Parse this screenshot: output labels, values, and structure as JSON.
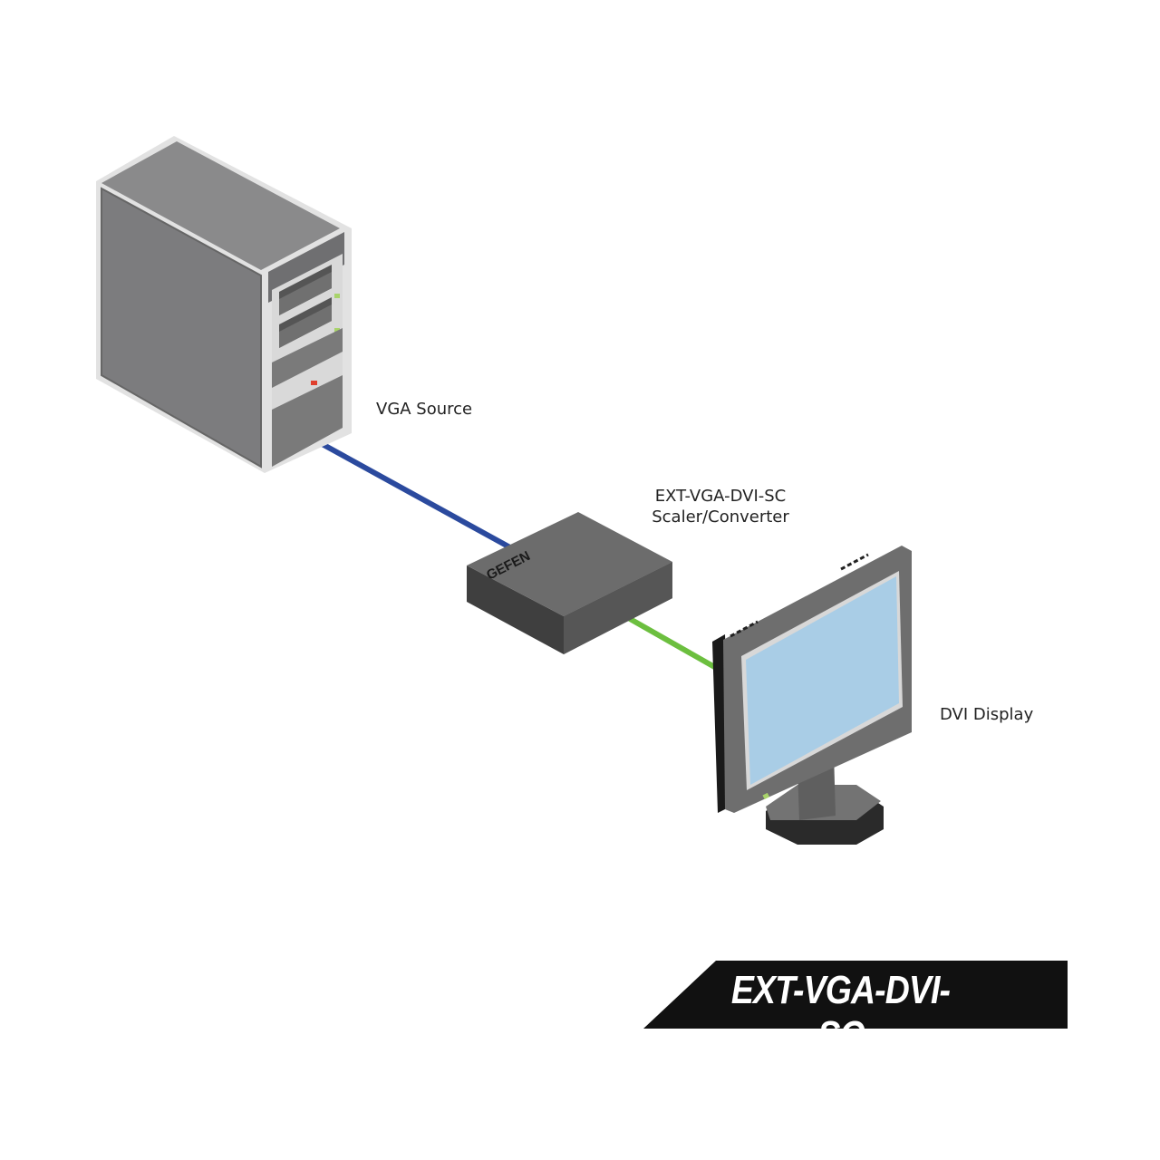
{
  "labels": {
    "source": "VGA Source",
    "converter_model": "EXT-VGA-DVI-SC",
    "converter_type": "Scaler/Converter",
    "display": "DVI Display"
  },
  "device_brand": "GEFEN",
  "banner": {
    "title": "EXT-VGA-DVI-SC"
  },
  "colors": {
    "vga_cable": "#2b4a9e",
    "dvi_cable": "#6cbf3f",
    "banner_bg": "#111111",
    "screen": "#a9cde6"
  }
}
